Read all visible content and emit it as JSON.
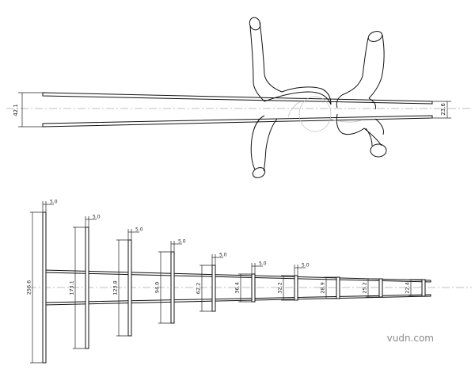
{
  "top_view": {
    "labels": {
      "left_dim": "42.1",
      "right_dim": "23.6"
    }
  },
  "side_view": {
    "spacing_label": "5.0",
    "elements": [
      {
        "label": "256.6"
      },
      {
        "label": "173.1"
      },
      {
        "label": "123.8"
      },
      {
        "label": "94.0"
      },
      {
        "label": "62.2"
      },
      {
        "label": "36.4"
      },
      {
        "label": "32.2"
      },
      {
        "label": "28.9"
      },
      {
        "label": "25.2"
      },
      {
        "label": "22.4"
      }
    ]
  },
  "watermark": "vudn.com"
}
